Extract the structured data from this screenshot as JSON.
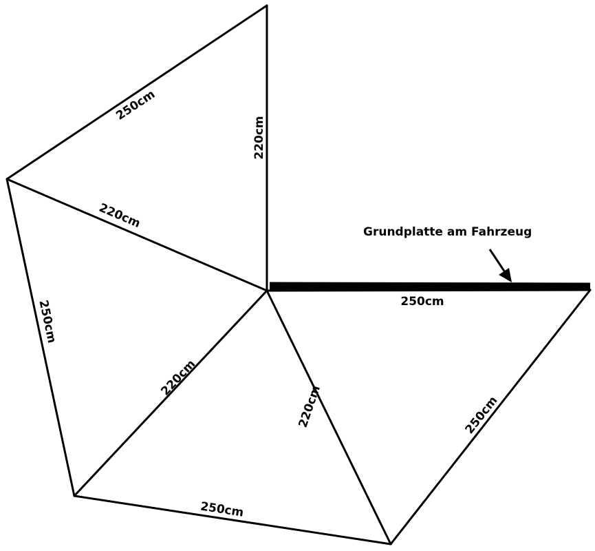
{
  "callout": {
    "text": "Grundplatte am Fahrzeug"
  },
  "labels": {
    "top_hypotenuse": "250cm",
    "top_vertical": "220cm",
    "upper_middle": "220cm",
    "left_outer": "250cm",
    "lower_left_inner": "220cm",
    "bottom_outer": "250cm",
    "lower_right_inner": "220cm",
    "right_outer": "250cm",
    "base_plate": "250cm"
  },
  "colors": {
    "stroke": "#000000",
    "background": "#ffffff"
  }
}
